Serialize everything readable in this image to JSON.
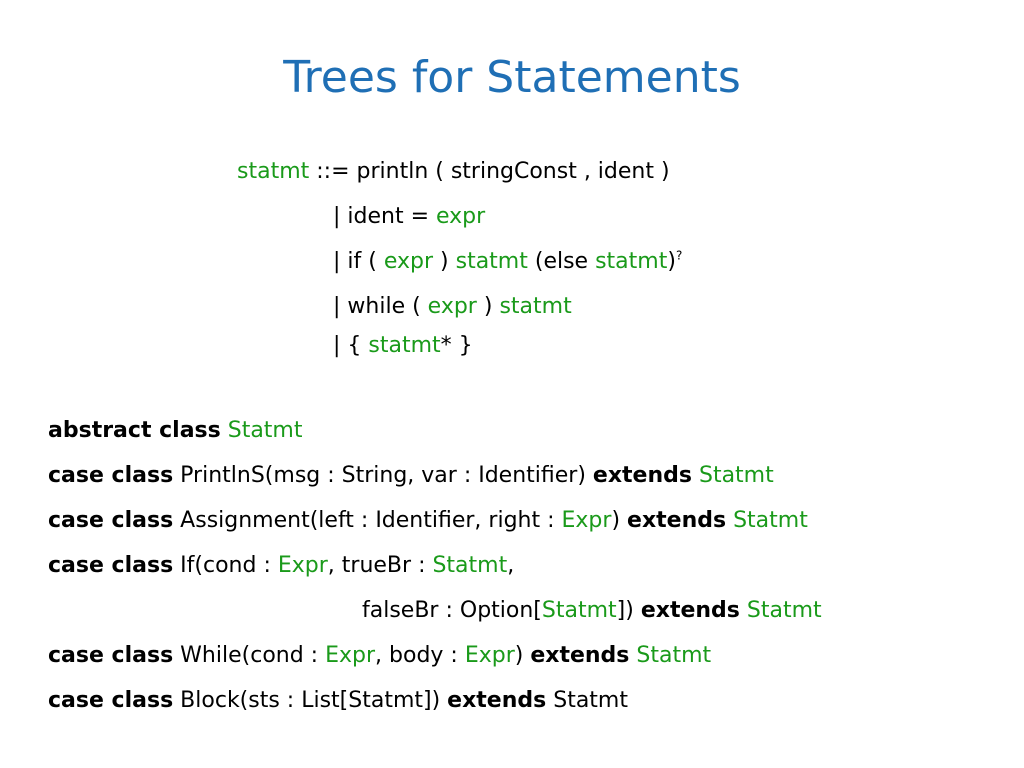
{
  "title": "Trees for Statements",
  "grammar": {
    "line1": {
      "lhs": "statmt",
      "rest": " ::= println ( stringConst , ident )"
    },
    "line2": {
      "prefix": "| ident = ",
      "expr": "expr"
    },
    "line3": {
      "prefix": "| if ( ",
      "expr": "expr",
      "mid": " ) ",
      "statmt1": "statmt",
      "else_open": " (else ",
      "statmt2": "statmt",
      "close": ")",
      "sup": "?"
    },
    "line4": {
      "prefix": "| while ( ",
      "expr": "expr",
      "mid": " ) ",
      "statmt": "statmt"
    },
    "line5": {
      "prefix": "| { ",
      "statmt": "statmt",
      "suffix": "* }"
    }
  },
  "code": {
    "l1": {
      "kw": "abstract class",
      "space": " ",
      "type": "Statmt"
    },
    "l2": {
      "kw": "case class",
      "text": " PrintlnS(msg : String, var : Identifier) ",
      "ext": "extends",
      "space": " ",
      "type": "Statmt"
    },
    "l3": {
      "kw": "case class",
      "text1": " Assignment(left : Identifier, right : ",
      "type1": "Expr",
      "text2": ") ",
      "ext": "extends",
      "space": " ",
      "type2": "Statmt"
    },
    "l4": {
      "kw": "case class",
      "text1": " If(cond : ",
      "type1": "Expr",
      "text2": ", trueBr : ",
      "type2": "Statmt",
      "text3": ","
    },
    "l5": {
      "text1": "falseBr : Option[",
      "type1": "Statmt",
      "text2": "]) ",
      "ext": "extends",
      "space": " ",
      "type2": "Statmt"
    },
    "l6": {
      "kw": "case class",
      "text1": " While(cond : ",
      "type1": "Expr",
      "text2": ", body : ",
      "type2": "Expr",
      "text3": ") ",
      "ext": "extends",
      "space": " ",
      "type3": "Statmt"
    },
    "l7": {
      "kw": "case class",
      "text1": " Block(sts : List[Statmt]) ",
      "ext": "extends",
      "text2": " Statmt"
    }
  },
  "colors": {
    "title": "#1f6fb5",
    "keyword_green": "#1a9a1a",
    "text": "#000000"
  }
}
